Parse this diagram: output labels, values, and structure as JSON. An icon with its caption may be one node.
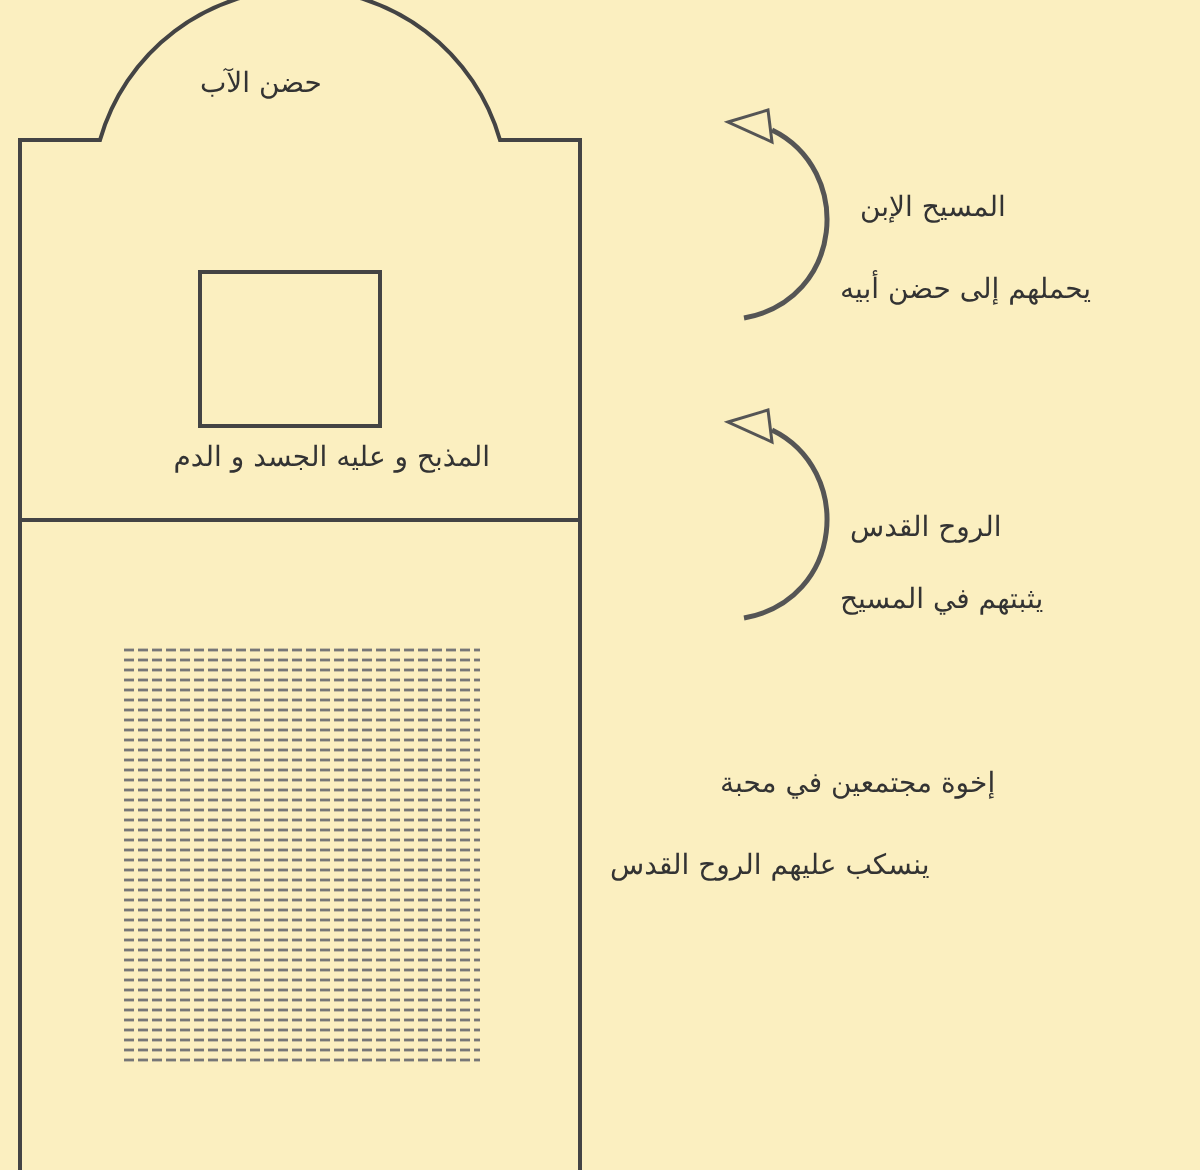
{
  "diagram": {
    "nodes": [
      {
        "text": [
          "حضن الآب"
        ]
      },
      {
        "text": [],
        "shape": "box",
        "in": 0,
        "beside": [
          "المذبح و عليه الجسد و الدم"
        ]
      },
      {
        "text": [],
        "shape": "box",
        "in": 0
      }
    ],
    "labels": [
      "المسيح الإبن",
      "يحملهم إلى حضن أبيه",
      "الروح القدس",
      "يثبتهم في المسيح",
      "إخوة مجتمعين في محبة",
      "ينسكب عليهم الروح القدس"
    ]
  }
}
